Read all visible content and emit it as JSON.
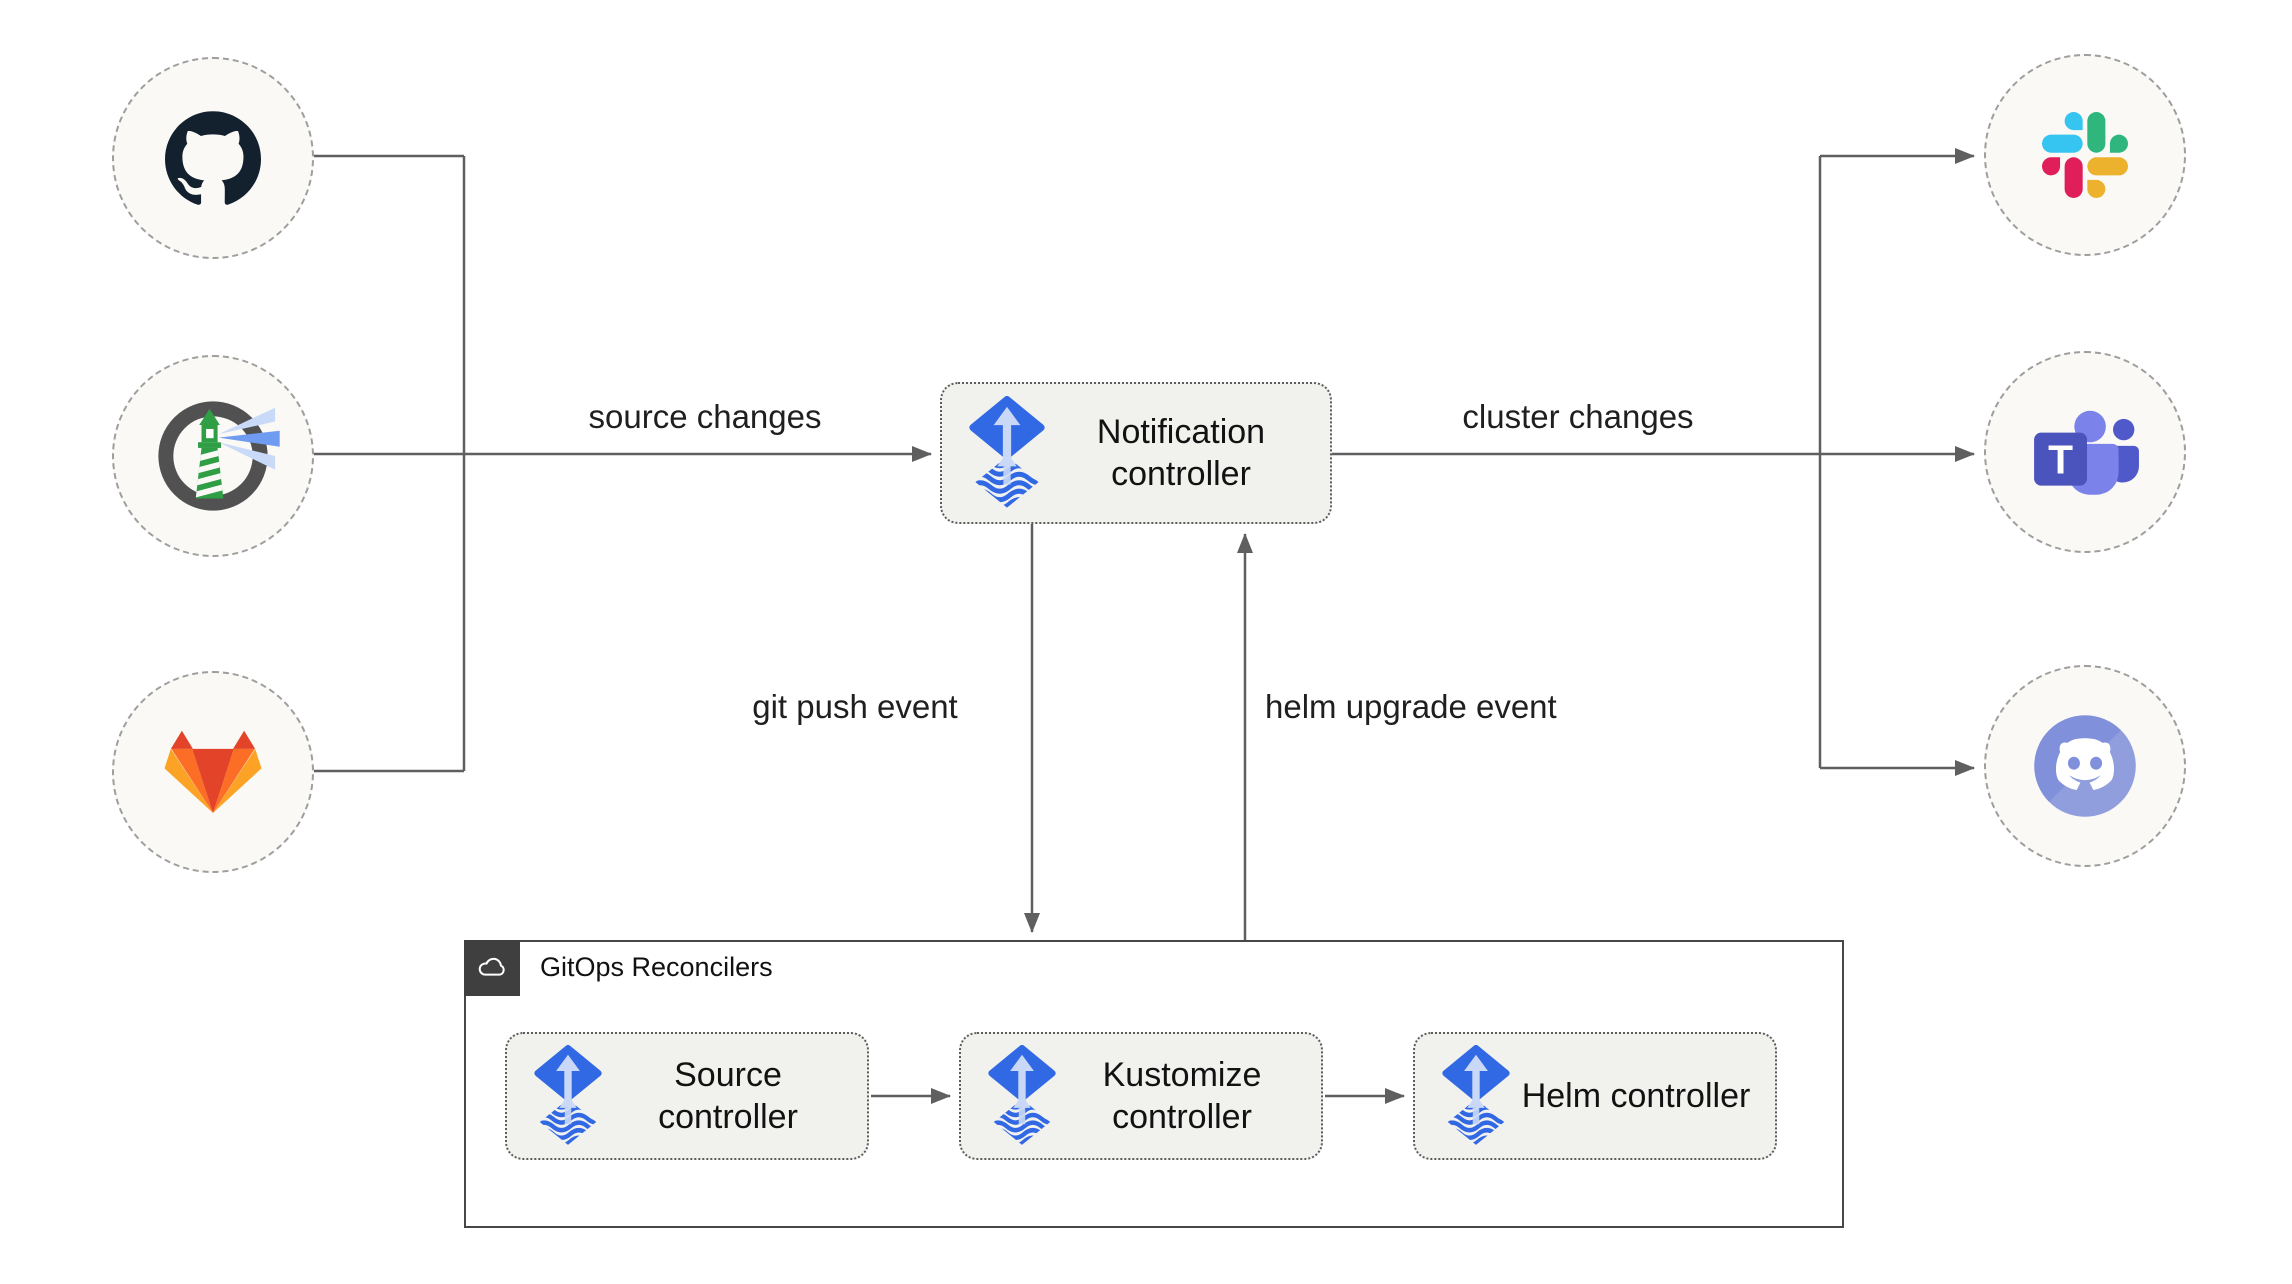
{
  "diagram": {
    "group_label": "GitOps Reconcilers",
    "nodes": {
      "notification": "Notification controller",
      "source": "Source controller",
      "kustomize": "Kustomize controller",
      "helm": "Helm controller"
    },
    "edge_labels": {
      "source_changes": "source changes",
      "cluster_changes": "cluster changes",
      "git_push": "git push event",
      "helm_upgrade": "helm upgrade event"
    },
    "icons": {
      "left_sources": [
        "github-icon",
        "harbor-icon",
        "gitlab-icon"
      ],
      "right_targets": [
        "slack-icon",
        "teams-icon",
        "discord-icon"
      ],
      "node_icon": "flux-icon",
      "group_icon": "cloud-icon"
    },
    "colors": {
      "flux_blue": "#3168e4",
      "wire_gray": "#5f5f5f",
      "github_dark": "#13212e",
      "harbor_green": "#2f9e44",
      "gitlab_red": "#e24329",
      "gitlab_orange": "#fc6d26",
      "gitlab_yellow": "#fca326",
      "slack_blue": "#36c5f0",
      "slack_green": "#2eb67d",
      "slack_red": "#e01e5a",
      "slack_yellow": "#ecb22e",
      "teams_purple": "#5059c9",
      "discord_blurple": "#8090da"
    }
  }
}
